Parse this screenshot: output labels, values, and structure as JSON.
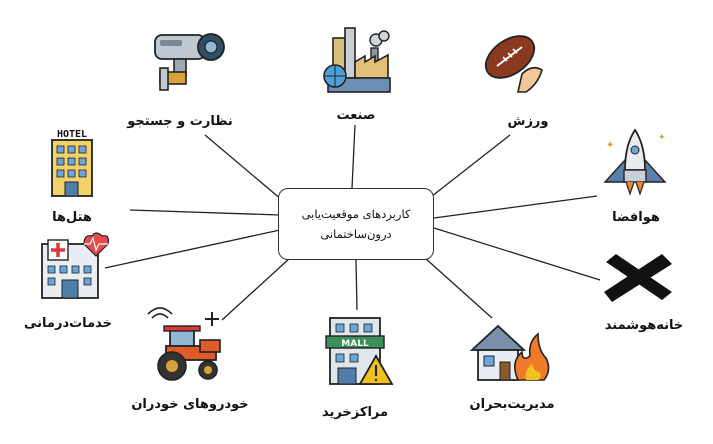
{
  "center": {
    "line1": "کاربردهای موقعیت‌یابی",
    "line2": "درون‌ساختمانی"
  },
  "nodes": {
    "surveillance": "نظارت و جستجو",
    "industry": "صنعت",
    "sports": "ورزش",
    "hotels": "هتل‌ها",
    "aerospace": "هوافضا",
    "healthcare": "خدمات‌درمانی",
    "smart_home": "خانه‌هوشمند",
    "vehicles": "خودروهای خودران",
    "malls": "مراکزخرید",
    "crisis": "مدیریت‌بحران"
  },
  "icons": {
    "surveillance": "security-camera-icon",
    "industry": "factory-icon",
    "sports": "football-icon",
    "hotels": "hotel-building-icon",
    "aerospace": "space-shuttle-icon",
    "healthcare": "hospital-icon",
    "smart_home": "cross-icon",
    "vehicles": "tractor-icon",
    "malls": "mall-warning-icon",
    "crisis": "house-fire-icon"
  }
}
